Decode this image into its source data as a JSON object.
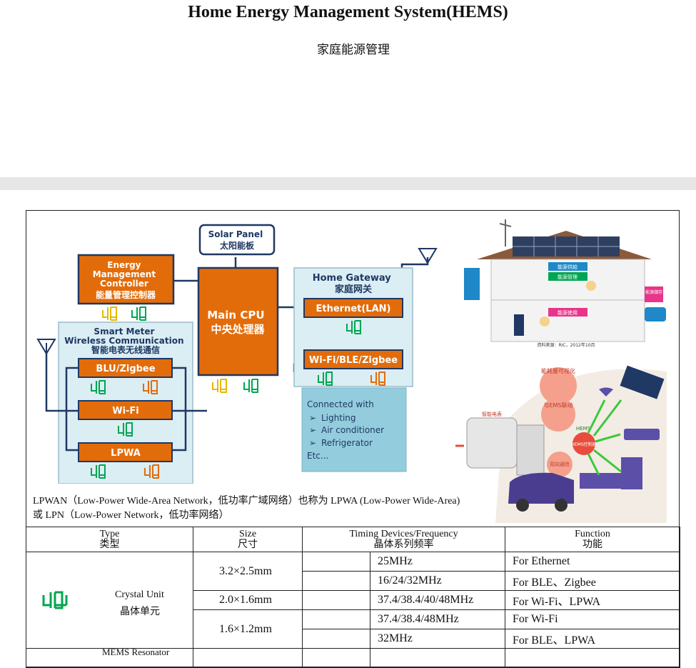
{
  "page": {
    "title": "Home Energy Management System(HEMS)",
    "subtitle": "家庭能源管理"
  },
  "diagram": {
    "solar_panel": [
      "Solar Panel",
      "太阳能板"
    ],
    "emc": [
      "Energy",
      "Management",
      "Controller",
      "能量管理控制器"
    ],
    "main_cpu": [
      "Main CPU",
      "中央处理器"
    ],
    "smart_meter": [
      "Smart Meter",
      "Wireless Communication",
      "智能电表无线通信"
    ],
    "blu": "BLU/Zigbee",
    "wifi": "Wi-Fi",
    "lpwa": "LPWA",
    "gateway": [
      "Home Gateway",
      "家庭网关"
    ],
    "ethernet": "Ethernet(LAN)",
    "wifi_ble": "Wi-Fi/BLE/Zigbee",
    "connected_title": "Connected with",
    "connected_items": [
      "Lighting",
      "Air conditioner",
      "Refrigerator"
    ],
    "connected_etc": "Etc...",
    "colors": {
      "orange": "#e36c0a",
      "lightblue": "#dbeef4",
      "navy": "#1f3864",
      "green": "#00a651"
    }
  },
  "house_image": {
    "labels": [
      "能源供給",
      "能源管理",
      "能源使用",
      "能源儲存",
      "資料來源：RIC，2012年10月"
    ]
  },
  "hems_image": {
    "labels": [
      "能耗量可视化",
      "与EMS联动",
      "HEMS",
      "智能电表",
      "双向通信",
      "HEMS控制器"
    ]
  },
  "note": "LPWAN（Low-Power Wide-Area Network，低功率广域网络）也称为 LPWA (Low-Power Wide-Area) 或 LPN（Low-Power Network，低功率网络）",
  "table": {
    "headers": [
      {
        "en": "Type",
        "zh": "类型"
      },
      {
        "en": "Size",
        "zh": "尺寸"
      },
      {
        "en": "Timing Devices/Frequency",
        "zh": "晶体系列频率"
      },
      {
        "en": "Function",
        "zh": "功能"
      }
    ],
    "crystal_en": "Crystal Unit",
    "crystal_zh": "晶体单元",
    "sizes": [
      "3.2×2.5mm",
      "2.0×1.6mm",
      "1.6×1.2mm"
    ],
    "rows": [
      {
        "freq": "25MHz",
        "func": "For Ethernet"
      },
      {
        "freq": "16/24/32MHz",
        "func": "For BLE、Zigbee"
      },
      {
        "freq": "37.4/38.4/40/48MHz",
        "func": "For Wi-Fi、LPWA"
      },
      {
        "freq": "37.4/38.4/48MHz",
        "func": "For Wi-Fi"
      },
      {
        "freq": "32MHz",
        "func": "For BLE、LPWA"
      }
    ],
    "next_row_partial": "MEMS Resonator"
  }
}
